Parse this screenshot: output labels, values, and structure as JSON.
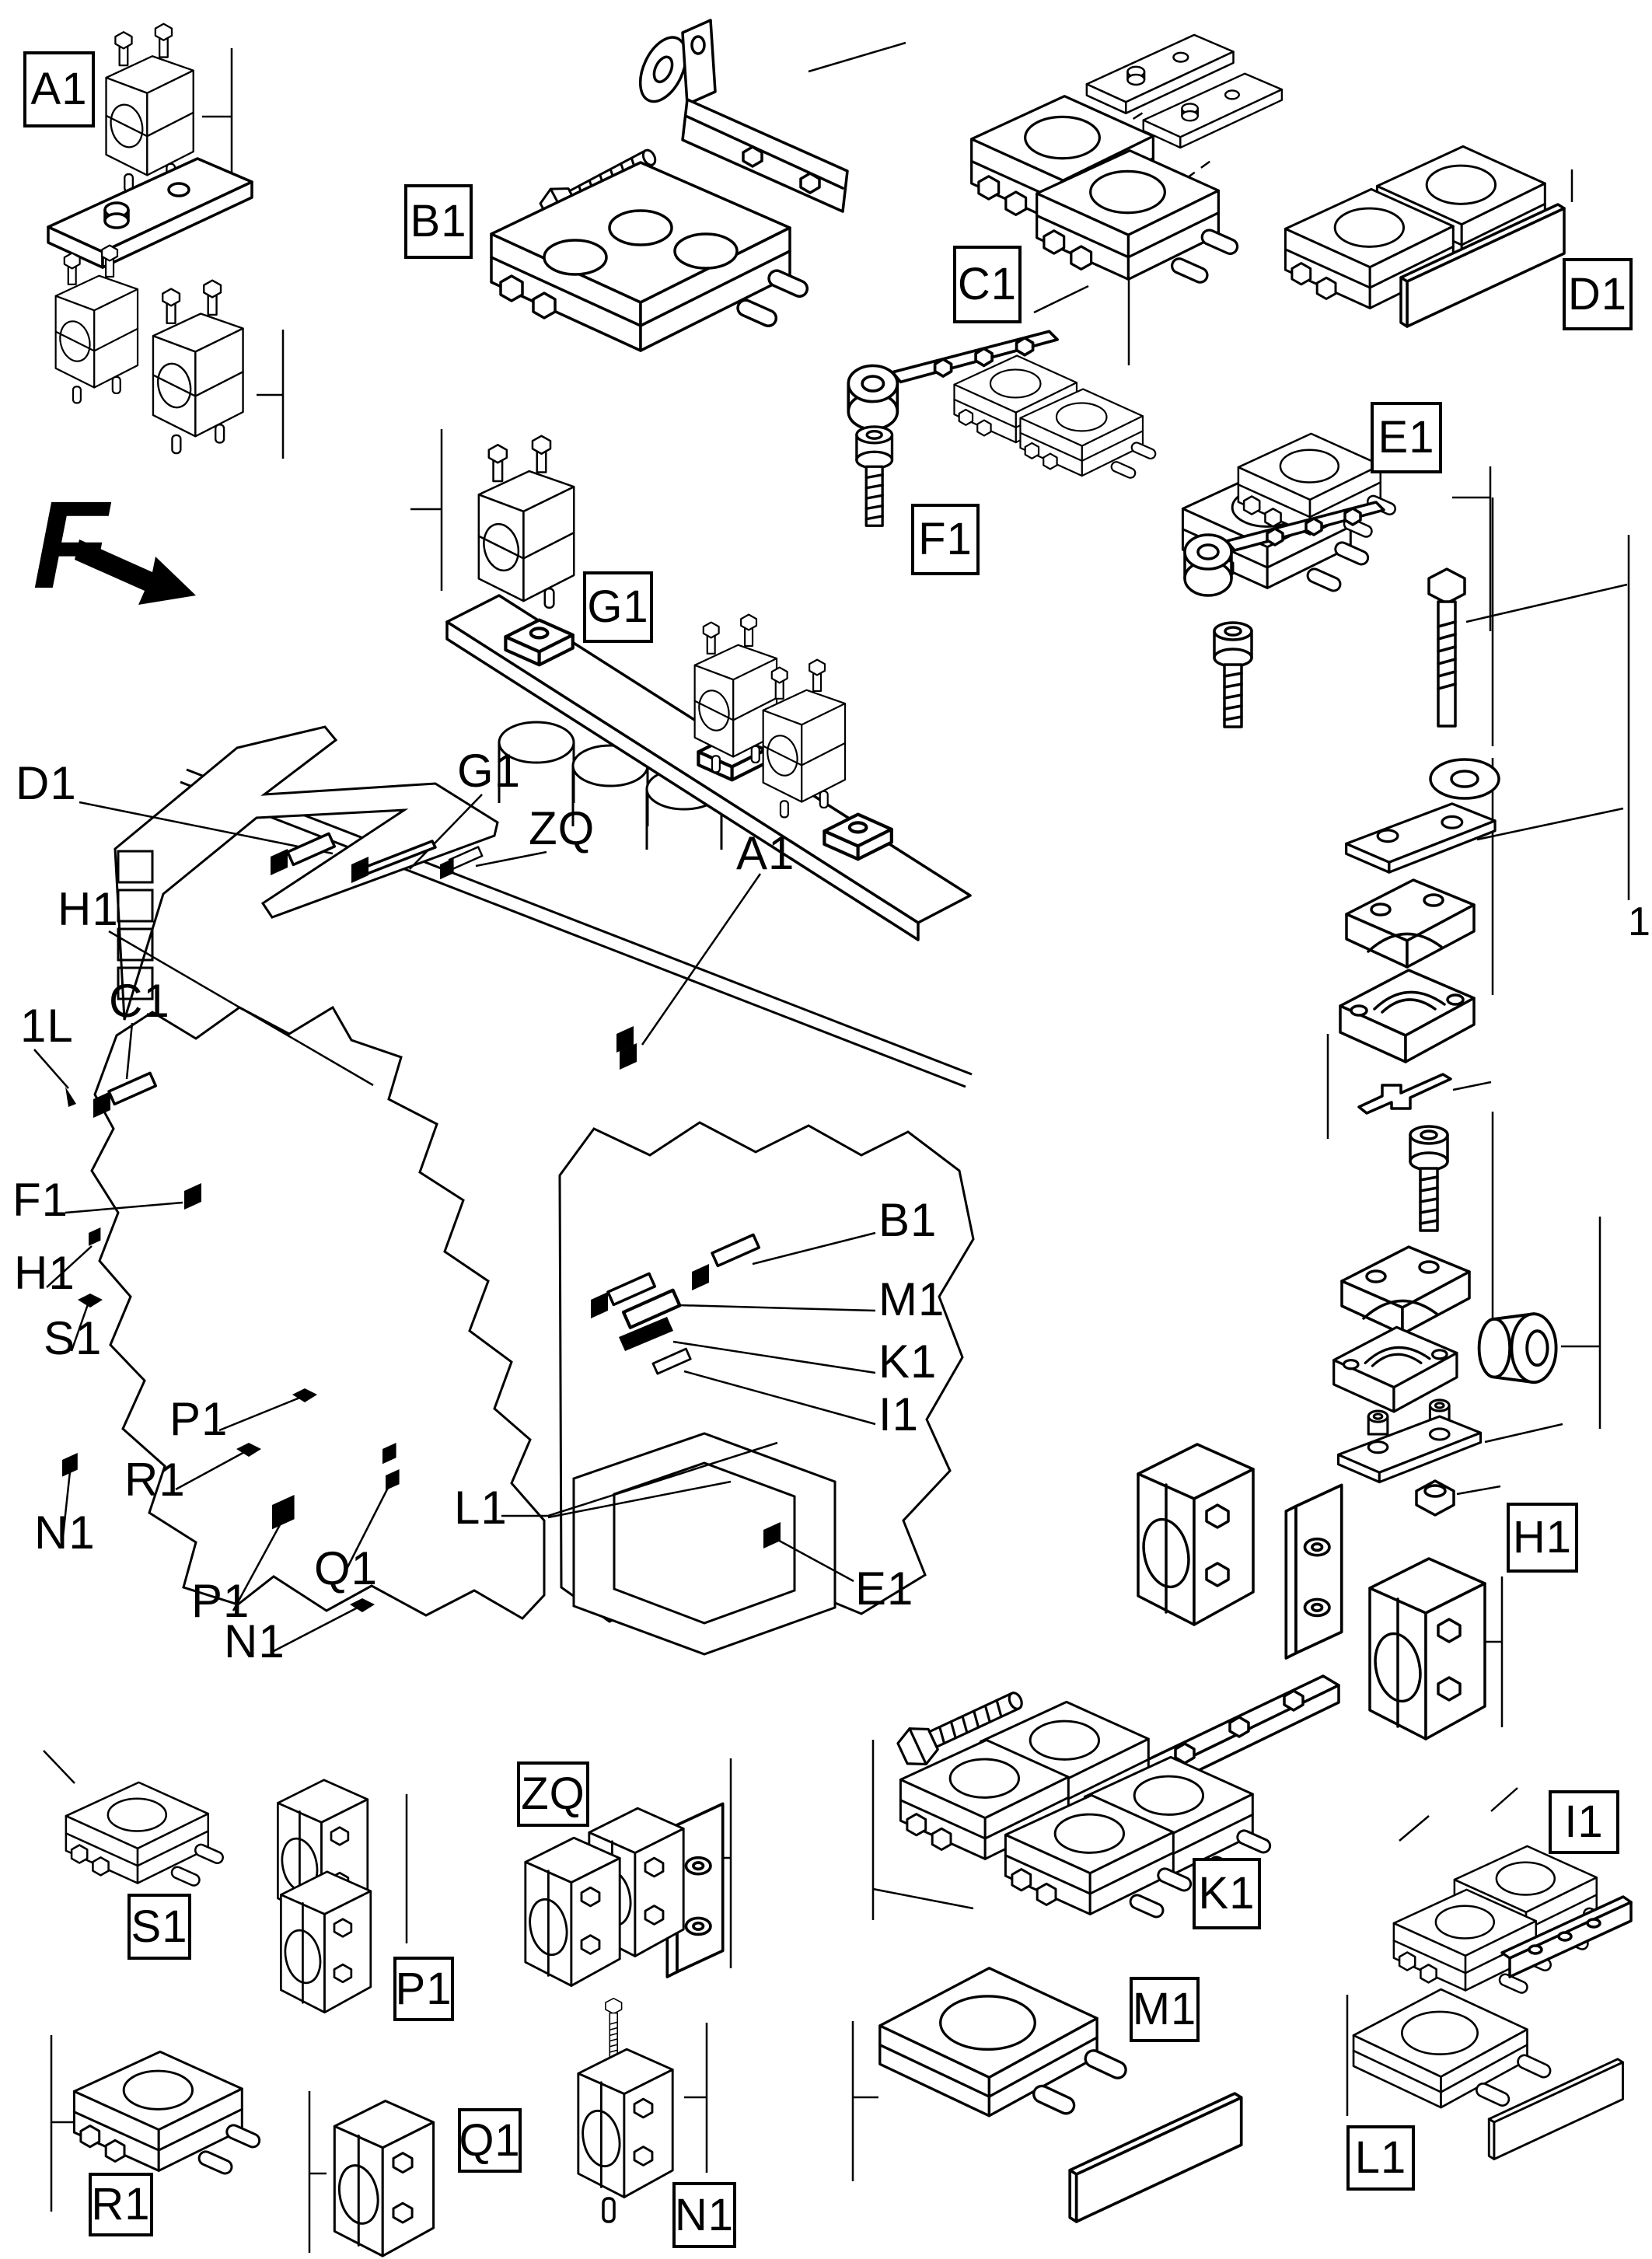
{
  "sheet": {
    "number": "1",
    "view_direction_label": "F"
  },
  "boxed_labels": {
    "a1": "A1",
    "b1": "B1",
    "c1": "C1",
    "d1": "D1",
    "e1": "E1",
    "f1": "F1",
    "g1": "G1",
    "h1": "H1",
    "i1": "I1",
    "k1": "K1",
    "l1": "L1",
    "m1": "M1",
    "n1": "N1",
    "p1": "P1",
    "q1": "Q1",
    "r1": "R1",
    "s1": "S1",
    "zq": "ZQ"
  },
  "callouts": {
    "d1": "D1",
    "g1": "G1",
    "zq": "ZQ",
    "a1": "A1",
    "h1_upper": "H1",
    "c1": "C1",
    "loc_1l": "1L",
    "f1": "F1",
    "h1_lower": "H1",
    "s1": "S1",
    "p1_upper": "P1",
    "r1": "R1",
    "n1_upper": "N1",
    "p1_lower": "P1",
    "q1": "Q1",
    "n1_lower": "N1",
    "l1": "L1",
    "e1": "E1",
    "b1": "B1",
    "m1": "M1",
    "k1": "K1",
    "i1": "I1"
  }
}
